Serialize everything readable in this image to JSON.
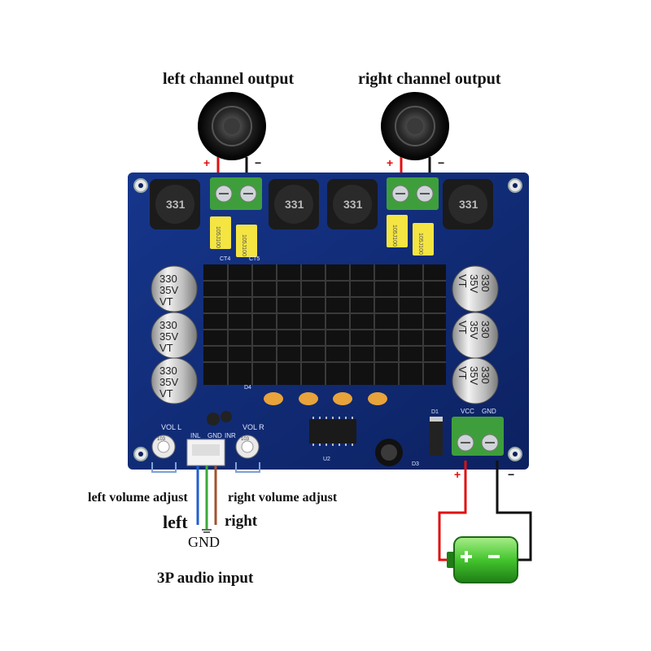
{
  "labels": {
    "left_output": "left channel output",
    "right_output": "right channel output",
    "left_volume": "left volume adjust",
    "right_volume": "right volume adjust",
    "left": "left",
    "gnd": "GND",
    "right": "right",
    "audio_input": "3P audio input"
  },
  "board": {
    "inductor_marking": "331",
    "capacitor_lines": [
      "330",
      "35V",
      "VT"
    ],
    "film_cap_marking": "105J100",
    "vol_l": "VOL L",
    "vol_r": "VOL R",
    "inl": "INL",
    "gnd": "GND",
    "inr": "INR",
    "vcc": "VCC",
    "gnd_power": "GND",
    "pot_marking": "103",
    "u2": "U2",
    "d1": "D1",
    "d3": "D3",
    "d4": "D4",
    "ct4": "CT4",
    "ct5": "CT5"
  },
  "polarity": {
    "plus": "+",
    "minus": "−"
  },
  "colors": {
    "board": "#0f2a74",
    "wire_red": "#e01010",
    "wire_black": "#111111",
    "wire_blue": "#1f5fd1",
    "wire_green": "#3aa83a",
    "wire_brown": "#a0522d",
    "terminal_green": "#3f9e3c",
    "battery_green": "#43c52d"
  }
}
